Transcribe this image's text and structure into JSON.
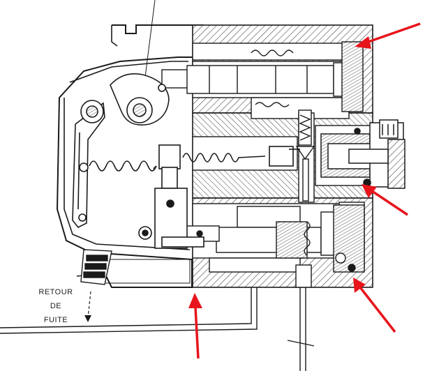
{
  "labels": {
    "line1": "RETOUR",
    "line2": "DE",
    "line3": "FUITE"
  },
  "colors": {
    "ink": "#1a1a1a",
    "paper": "#ffffff",
    "hatch": "#3a3a3a",
    "arrow": "#e8141b"
  },
  "annotation_arrows": [
    {
      "name": "arrow-top-right-seal",
      "color": "#e8141b"
    },
    {
      "name": "arrow-right-middle-seal",
      "color": "#e8141b"
    },
    {
      "name": "arrow-lower-right-seal",
      "color": "#e8141b"
    },
    {
      "name": "arrow-bottom-body-joint",
      "color": "#e8141b"
    }
  ]
}
